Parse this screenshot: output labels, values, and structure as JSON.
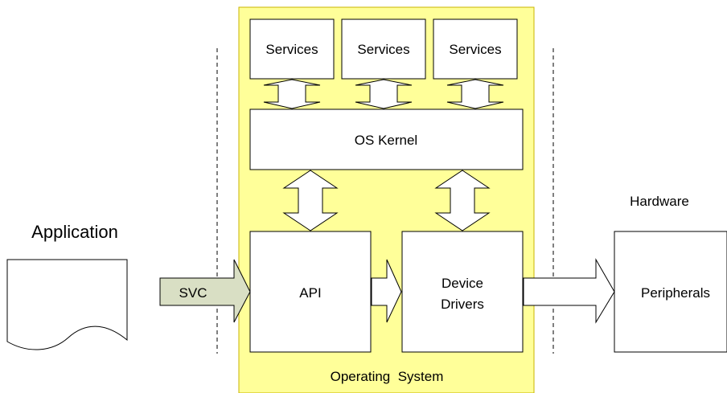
{
  "diagram": {
    "application_label": "Application",
    "hardware_label": "Hardware",
    "os_region_label": "Operating  System",
    "services": [
      "Services",
      "Services",
      "Services"
    ],
    "kernel_label": "OS Kernel",
    "api_label": "API",
    "driver_label_line1": "Device",
    "driver_label_line2": "Drivers",
    "svc_label": "SVC",
    "peripherals_label": "Peripherals"
  },
  "colors": {
    "os_region_fill": "#ffff99",
    "os_region_stroke": "#c8b400",
    "box_fill": "#ffffff",
    "stroke": "#000000",
    "svc_arrow_fill": "#d9dfc4"
  }
}
